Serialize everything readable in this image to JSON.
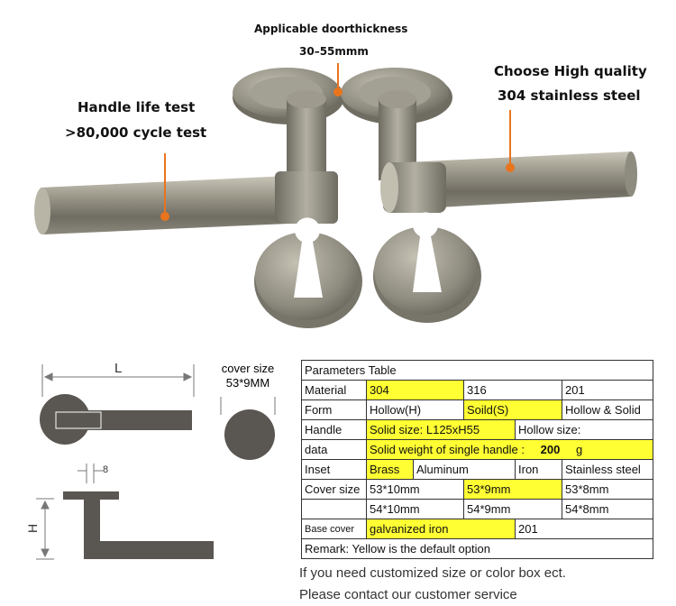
{
  "callouts": {
    "life_test_title": "Handle life test",
    "life_test_value": ">80,000 cycle test",
    "door_thickness_title": "Applicable doorthickness",
    "door_thickness_value": "30–55mmm",
    "material_title": "Choose High quality",
    "material_value": "304 stainless steel"
  },
  "diagram": {
    "length_label": "L",
    "height_label": "H",
    "thickness_label": "8",
    "cover_size_title": "cover size",
    "cover_size_value": "53*9MM"
  },
  "table": {
    "title": "Parameters Table",
    "material": {
      "label": "Material",
      "options": [
        "304",
        "316",
        "201"
      ]
    },
    "form": {
      "label": "Form",
      "options": [
        "Hollow(H)",
        "Soild(S)",
        "Hollow & Solid"
      ]
    },
    "handle_data": {
      "label_1": "Handle",
      "label_2": "data",
      "solid_size": "Solid size: L125xH55",
      "hollow_size": "Hollow size:",
      "weight_label": "Solid weight of single handle :",
      "weight_value": "200",
      "weight_unit": "g"
    },
    "inset": {
      "label": "Inset",
      "options": [
        "Brass",
        "Aluminum",
        "Iron",
        "Stainless steel"
      ]
    },
    "cover_size": {
      "label": "Cover size",
      "row1": [
        "53*10mm",
        "53*9mm",
        "53*8mm"
      ],
      "row2": [
        "54*10mm",
        "54*9mm",
        "54*8mm"
      ]
    },
    "base_cover": {
      "label": "Base cover",
      "options": [
        "galvanized iron",
        "201"
      ]
    },
    "remark": "Remark: Yellow is the default option"
  },
  "notes": {
    "line1": "If you need customized size or color box ect.",
    "line2": "Please contact our customer service"
  },
  "colors": {
    "highlight": "#ffff33",
    "callout_line": "#e8741e",
    "metal": "#7d7a6f",
    "diagram_fill": "#5a5651"
  }
}
